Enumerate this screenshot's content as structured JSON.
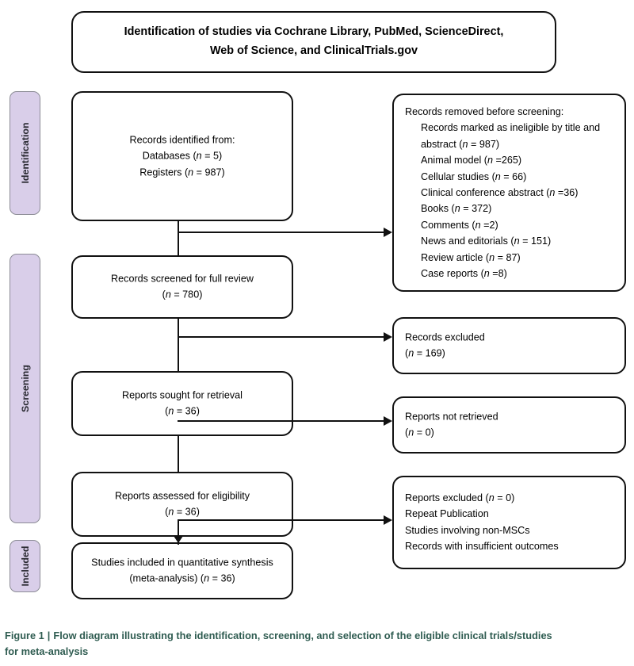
{
  "title": {
    "line1": "Identification of studies via Cochrane Library, PubMed, ScienceDirect,",
    "line2": "Web of Science, and ClinicalTrials.gov"
  },
  "phases": [
    {
      "label": "Identification"
    },
    {
      "label": "Screening"
    },
    {
      "label": "Included"
    }
  ],
  "flow": {
    "identified": {
      "line1": "Records identified from:",
      "line2": "Databases (n = 5)",
      "line3": "Registers (n = 987)"
    },
    "screened": {
      "line1": "Records screened for full review",
      "line2": "(n = 780)"
    },
    "sought": {
      "line1": "Reports sought for retrieval",
      "line2": "(n = 36)"
    },
    "assessed": {
      "line1": "Reports assessed for eligibility",
      "line2": "(n = 36)"
    },
    "included": {
      "line1": "Studies included in quantitative synthesis",
      "line2": "(meta-analysis) (n = 36)"
    }
  },
  "exclusions": {
    "removed_before_screening": {
      "heading": "Records removed before screening:",
      "items": [
        "Records marked as ineligible by title and",
        "abstract (n = 987)",
        "Animal model (n =265)",
        "Cellular studies (n = 66)",
        "Clinical conference abstract (n =36)",
        "Books (n = 372)",
        "Comments (n =2)",
        "News and editorials (n = 151)",
        "Review article (n = 87)",
        "Case reports (n =8)"
      ]
    },
    "records_excluded": {
      "line1": "Records excluded",
      "line2": "(n = 169)"
    },
    "reports_not_retrieved": {
      "line1": "Reports not retrieved",
      "line2": "(n = 0)"
    },
    "reports_excluded": {
      "items": [
        "Reports excluded (n = 0)",
        "Repeat Publication",
        "Studies involving non-MSCs",
        "Records with insufficient outcomes"
      ]
    }
  },
  "caption": {
    "figure_label": "Figure 1",
    "separator": "|",
    "line1": "Flow diagram illustrating the identification, screening, and selection of the eligible clinical trials/studies",
    "line2": "for meta-analysis"
  },
  "colors": {
    "phase_fill": "#d9cee9",
    "phase_border": "#8c8c96",
    "box_border": "#111111",
    "caption_text": "#2f5c51"
  }
}
